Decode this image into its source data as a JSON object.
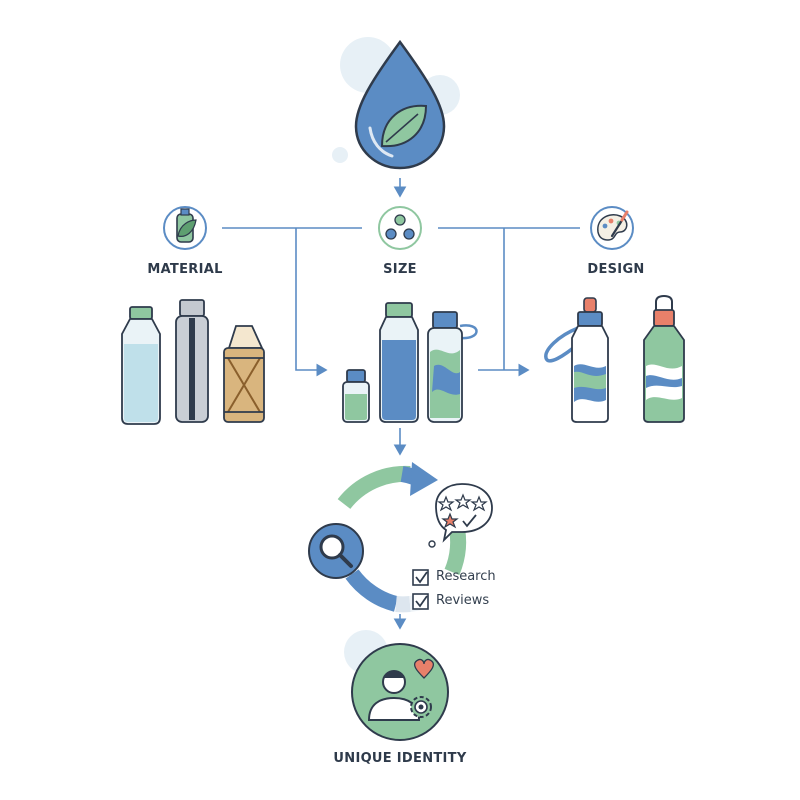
{
  "categories": {
    "material": "MATERIAL",
    "size": "SIZE",
    "design": "DESIGN"
  },
  "checklist": [
    {
      "label": "Research",
      "checked": true
    },
    {
      "label": "Reviews",
      "checked": true
    }
  ],
  "outcome": "UNIQUE IDENTITY",
  "colors": {
    "blue": "#5b8cc4",
    "green": "#8fc7a0",
    "dark_outline": "#2f3b4c",
    "heart": "#e8806a"
  }
}
